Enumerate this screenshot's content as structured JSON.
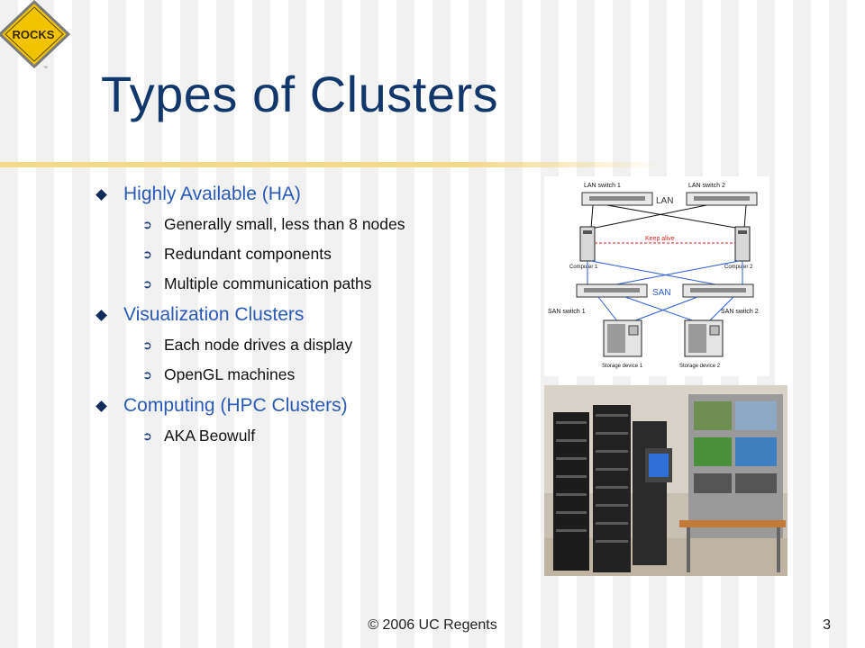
{
  "logo": {
    "text": "ROCKS"
  },
  "title": "Types of Clusters",
  "bullets": [
    {
      "label": "Highly Available (HA)",
      "sub": [
        "Generally small, less than 8 nodes",
        "Redundant components",
        "Multiple communication paths"
      ]
    },
    {
      "label": "Visualization Clusters",
      "sub": [
        "Each node drives a display",
        "OpenGL machines"
      ]
    },
    {
      "label": "Computing (HPC Clusters)",
      "sub": [
        "AKA Beowulf"
      ]
    }
  ],
  "diagram": {
    "lan_switch_1": "LAN switch 1",
    "lan_switch_2": "LAN switch 2",
    "lan": "LAN",
    "keep_alive": "Keep alive",
    "computer_1": "Computer 1",
    "computer_2": "Computer 2",
    "san": "SAN",
    "san_switch_1": "SAN switch 1",
    "san_switch_2": "SAN switch 2",
    "storage_1": "Storage device 1",
    "storage_2": "Storage device 2"
  },
  "footer": {
    "copyright": "© 2006 UC Regents",
    "page_number": "3"
  }
}
